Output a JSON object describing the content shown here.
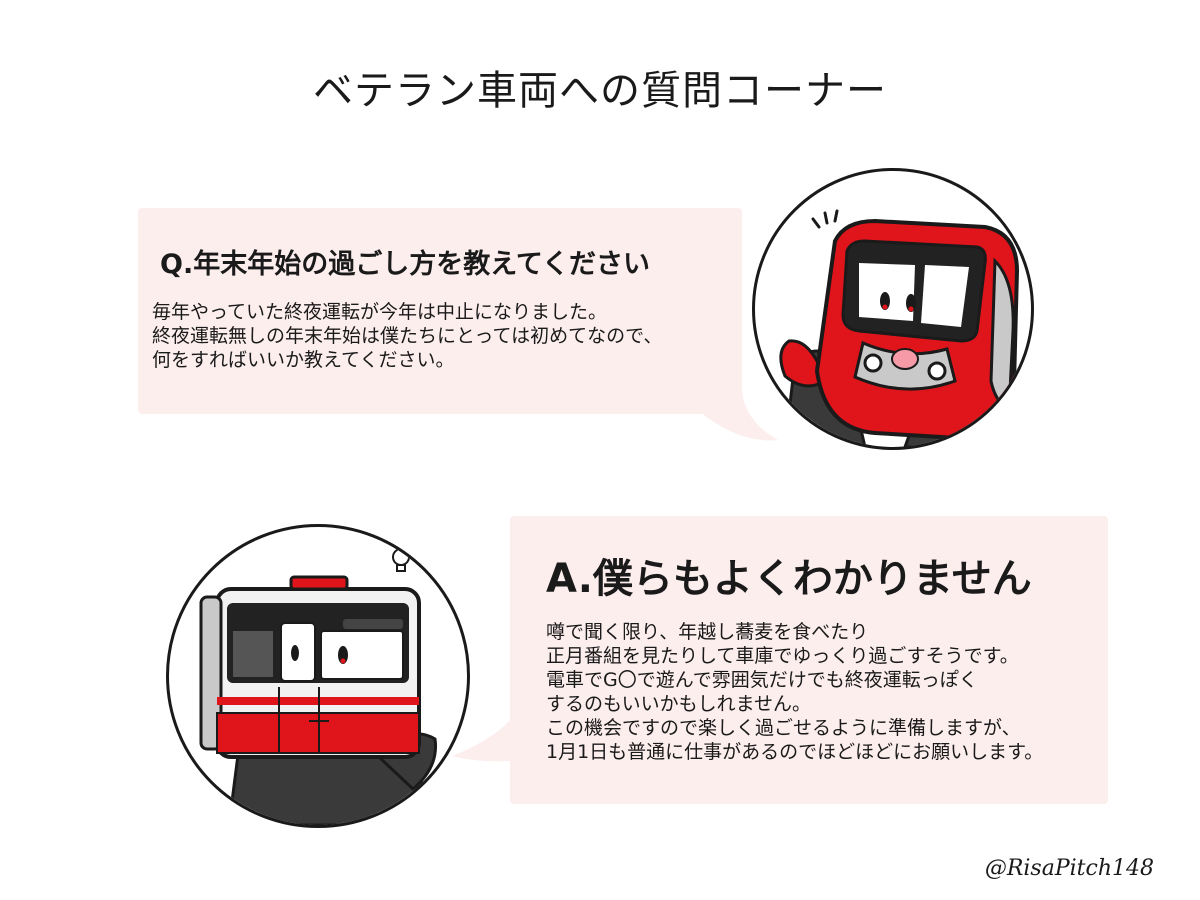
{
  "title": "ベテラン車両への質問コーナー",
  "question": {
    "heading": "Q.年末年始の過ごし方を教えてください",
    "lines": [
      "毎年やっていた終夜運転が今年は中止になりました。",
      "終夜運転無しの年末年始は僕たちにとっては初めてなので、",
      "何をすればいいか教えてください。"
    ]
  },
  "answer": {
    "heading": "A.僕らもよくわかりません",
    "lines": [
      "噂で聞く限り、年越し蕎麦を食べたり",
      "正月番組を見たりして車庫でゆっくり過ごすそうです。",
      "電車でG〇で遊んで雰囲気だけでも終夜運転っぽく",
      "するのもいいかもしれません。",
      "この機会ですので楽しく過ごせるように準備しますが、",
      "1月1日も普通に仕事があるのでほどほどにお願いします。"
    ]
  },
  "credit": "@RisaPitch148",
  "colors": {
    "bubble": "#fdeeee",
    "train_red": "#e0141b",
    "outline": "#1a1a1a",
    "body_gray": "#3a3a3a",
    "silver": "#c9c9c9"
  }
}
